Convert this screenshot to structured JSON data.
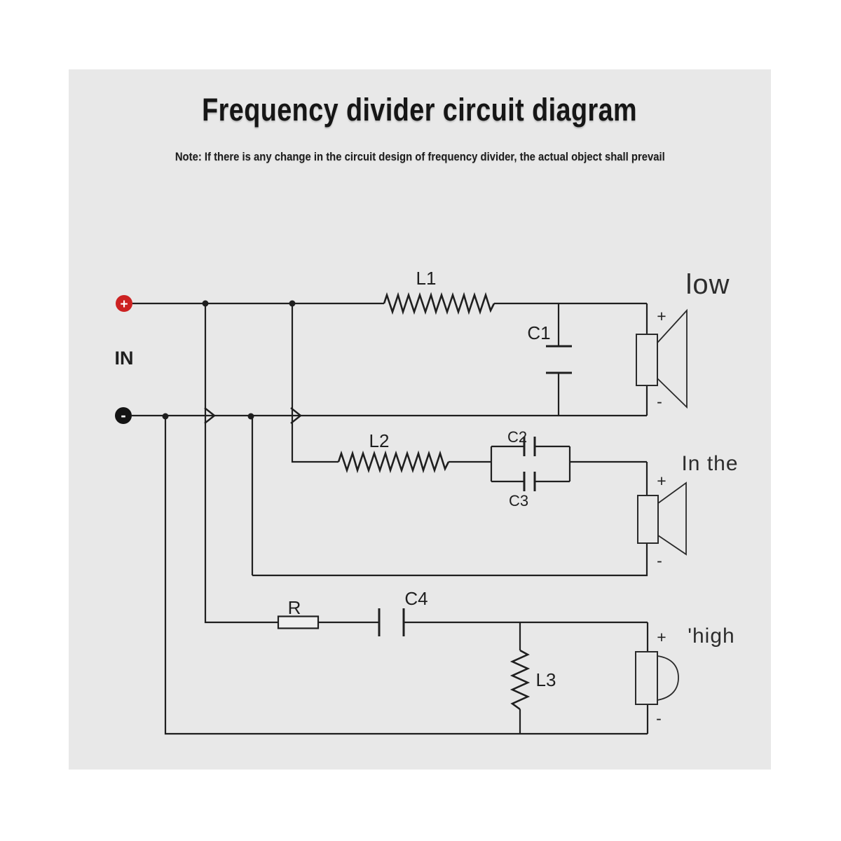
{
  "page": {
    "title": "Frequency divider circuit diagram",
    "note": "Note: If there is any change in the circuit design of frequency divider, the actual object shall prevail"
  },
  "input": {
    "label": "IN",
    "plus": "+",
    "minus": "-"
  },
  "components": {
    "l1": {
      "label": "L1"
    },
    "c1": {
      "label": "C1"
    },
    "l2": {
      "label": "L2"
    },
    "c2": {
      "label": "C2"
    },
    "c3": {
      "label": "C3"
    },
    "r": {
      "label": "R"
    },
    "c4": {
      "label": "C4"
    },
    "l3": {
      "label": "L3"
    }
  },
  "speakers": {
    "low": {
      "label": "low",
      "plus": "+",
      "minus": "-"
    },
    "mid": {
      "label": "In the",
      "plus": "+",
      "minus": "-"
    },
    "high": {
      "label": "'high",
      "plus": "+",
      "minus": "-"
    }
  },
  "colors": {
    "canvas": "#ffffff",
    "panel": "#e8e8e8",
    "line": "#1f1f1f",
    "terminal_plus_fill": "#cc2222",
    "terminal_minus_fill": "#141414",
    "label_text": "#1f1f1f",
    "speaker_label_text": "#2d2d2d"
  }
}
